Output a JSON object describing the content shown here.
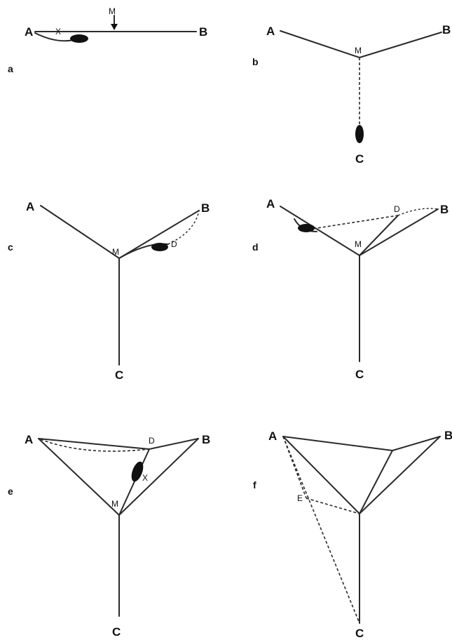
{
  "panels": {
    "a": {
      "panel_label": "a",
      "points": {
        "A": "A",
        "B": "B",
        "M": "M",
        "X": "X"
      }
    },
    "b": {
      "panel_label": "b",
      "points": {
        "A": "A",
        "B": "B",
        "M": "M",
        "C": "C"
      }
    },
    "c": {
      "panel_label": "c",
      "points": {
        "A": "A",
        "B": "B",
        "M": "M",
        "C": "C",
        "D": "D"
      }
    },
    "d": {
      "panel_label": "d",
      "points": {
        "A": "A",
        "B": "B",
        "M": "M",
        "C": "C",
        "D": "D"
      }
    },
    "e": {
      "panel_label": "e",
      "points": {
        "A": "A",
        "B": "B",
        "M": "M",
        "C": "C",
        "D": "D",
        "X": "X"
      }
    },
    "f": {
      "panel_label": "f",
      "points": {
        "A": "A",
        "B": "B",
        "C": "C",
        "E": "E"
      }
    }
  }
}
